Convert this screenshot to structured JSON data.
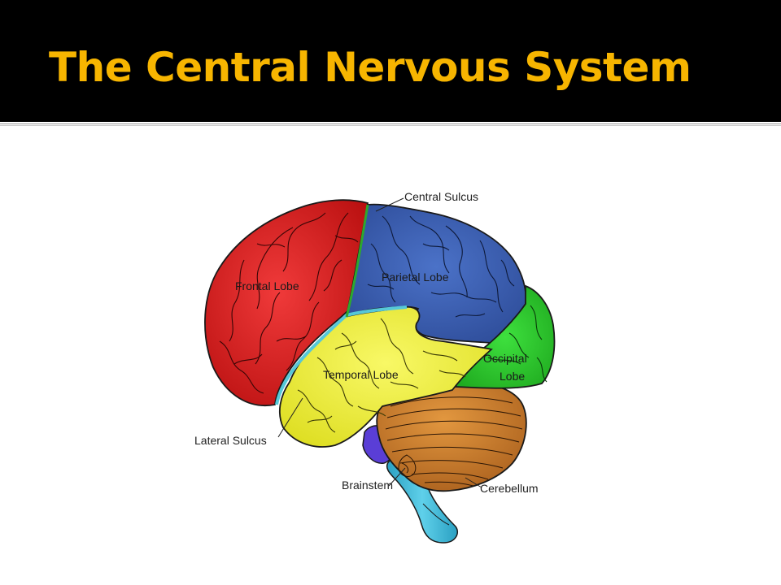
{
  "slide": {
    "title": "The Central Nervous System"
  },
  "diagram": {
    "labels": {
      "central_sulcus": "Central Sulcus",
      "frontal_lobe": "Frontal Lobe",
      "parietal_lobe": "Parietal Lobe",
      "occipital_lobe_line1": "Occipital",
      "occipital_lobe_line2": "Lobe",
      "temporal_lobe": "Temporal Lobe",
      "lateral_sulcus": "Lateral Sulcus",
      "brainstem": "Brainstem",
      "cerebellum": "Cerebellum"
    },
    "colors": {
      "frontal": "#e21b1b",
      "parietal": "#3a5fb5",
      "occipital": "#2ed12e",
      "temporal": "#f2f23a",
      "cerebellum": "#cd7a2c",
      "brainstem": "#3cb8d8",
      "pons": "#5a3ed6",
      "sulcus_edge": "#56c8d8",
      "title_text": "#f7b500",
      "title_bar": "#000000"
    }
  }
}
